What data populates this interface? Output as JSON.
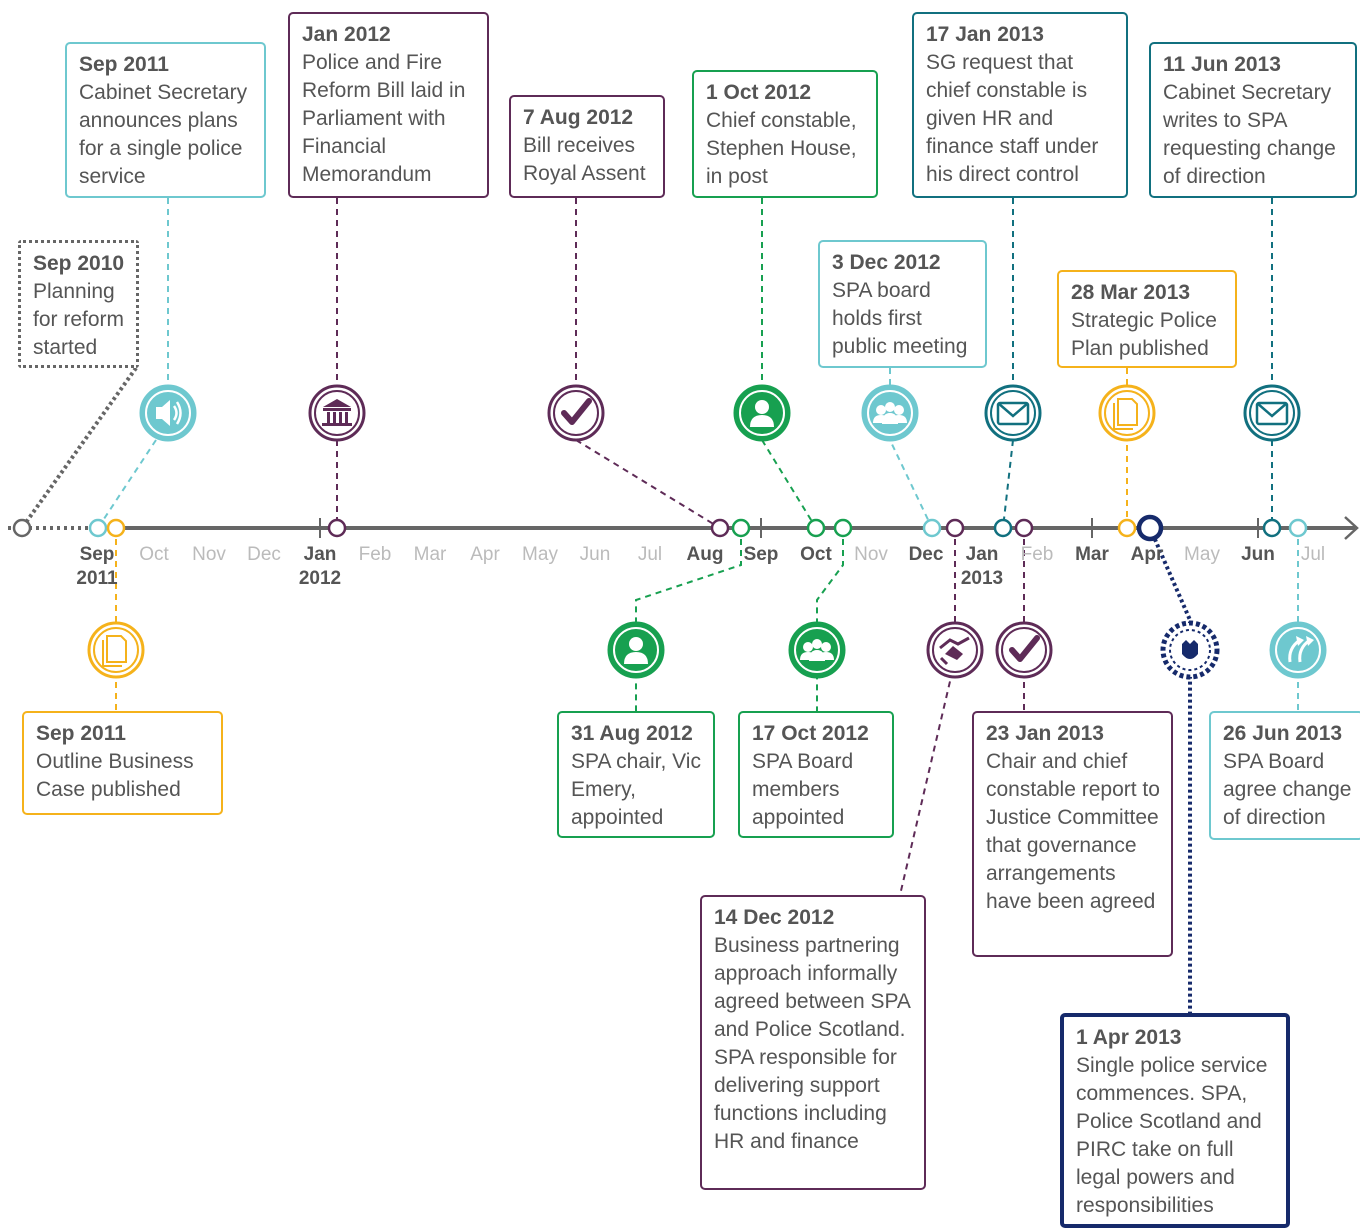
{
  "colors": {
    "teal_light": "#6ec8cf",
    "purple": "#5e2b57",
    "green": "#17a050",
    "teal_dark": "#11707f",
    "yellow": "#f5b21b",
    "navy": "#162a6b",
    "grey": "#555555",
    "axis": "#666666"
  },
  "axis_months": [
    {
      "label": "Sep",
      "year": "2011",
      "bold": true
    },
    {
      "label": "Oct",
      "bold": false
    },
    {
      "label": "Nov",
      "bold": false
    },
    {
      "label": "Dec",
      "bold": false
    },
    {
      "label": "Jan",
      "year": "2012",
      "bold": true
    },
    {
      "label": "Feb",
      "bold": false
    },
    {
      "label": "Mar",
      "bold": false
    },
    {
      "label": "Apr",
      "bold": false
    },
    {
      "label": "May",
      "bold": false
    },
    {
      "label": "Jun",
      "bold": false
    },
    {
      "label": "Jul",
      "bold": false
    },
    {
      "label": "Aug",
      "bold": true
    },
    {
      "label": "Sep",
      "bold": true
    },
    {
      "label": "Oct",
      "bold": true
    },
    {
      "label": "Nov",
      "bold": false
    },
    {
      "label": "Dec",
      "bold": true
    },
    {
      "label": "Jan",
      "year": "2013",
      "bold": true
    },
    {
      "label": "Feb",
      "bold": false
    },
    {
      "label": "Mar",
      "bold": true
    },
    {
      "label": "Apr",
      "bold": true
    },
    {
      "label": "May",
      "bold": false
    },
    {
      "label": "Jun",
      "bold": true
    },
    {
      "label": "Jul",
      "bold": false
    }
  ],
  "events": [
    {
      "date": "Sep 2010",
      "desc": "Planning for reform started",
      "color": "grey",
      "icon": "none"
    },
    {
      "date": "Sep 2011",
      "desc": "Cabinet Secretary announces plans for a single police service",
      "color": "teal_light",
      "icon": "speaker-icon"
    },
    {
      "date": "Jan 2012",
      "desc": "Police and Fire Reform Bill laid in Parliament with Financial Memorandum",
      "color": "purple",
      "icon": "parliament-icon"
    },
    {
      "date": "7 Aug 2012",
      "desc": "Bill receives Royal Assent",
      "color": "purple",
      "icon": "tick-icon"
    },
    {
      "date": "1 Oct 2012",
      "desc": "Chief constable, Stephen House, in post",
      "color": "green",
      "icon": "person-icon"
    },
    {
      "date": "3 Dec 2012",
      "desc": "SPA board holds first public meeting",
      "color": "teal_light",
      "icon": "group-icon"
    },
    {
      "date": "17 Jan 2013",
      "desc": "SG request that chief constable is given HR and finance staff under his direct control",
      "color": "teal_dark",
      "icon": "envelope-icon"
    },
    {
      "date": "28 Mar 2013",
      "desc": "Strategic Police Plan published",
      "color": "yellow",
      "icon": "document-icon"
    },
    {
      "date": "11 Jun 2013",
      "desc": "Cabinet Secretary writes to SPA requesting change of direction",
      "color": "teal_dark",
      "icon": "envelope-icon"
    },
    {
      "date": "Sep 2011",
      "desc": "Outline Business Case published",
      "color": "yellow",
      "icon": "document-icon"
    },
    {
      "date": "31 Aug 2012",
      "desc": "SPA chair, Vic Emery, appointed",
      "color": "green",
      "icon": "person-icon"
    },
    {
      "date": "17 Oct 2012",
      "desc": "SPA Board members appointed",
      "color": "green",
      "icon": "group-icon"
    },
    {
      "date": "14 Dec 2012",
      "desc": "Business partnering approach informally agreed between SPA and Police Scotland. SPA responsible for delivering support functions including HR and finance",
      "color": "purple",
      "icon": "handshake-icon"
    },
    {
      "date": "23 Jan 2013",
      "desc": "Chair and chief constable report to Justice Committee that governance arrangements have been agreed",
      "color": "purple",
      "icon": "tick-icon"
    },
    {
      "date": "1 Apr 2013",
      "desc": "Single police service commences. SPA, Police Scotland and PIRC take on full legal powers and responsibilities",
      "color": "navy",
      "icon": "thistle-icon"
    },
    {
      "date": "26 Jun 2013",
      "desc": "SPA Board agree change of direction",
      "color": "teal_light",
      "icon": "upturn-arrow-icon"
    }
  ]
}
